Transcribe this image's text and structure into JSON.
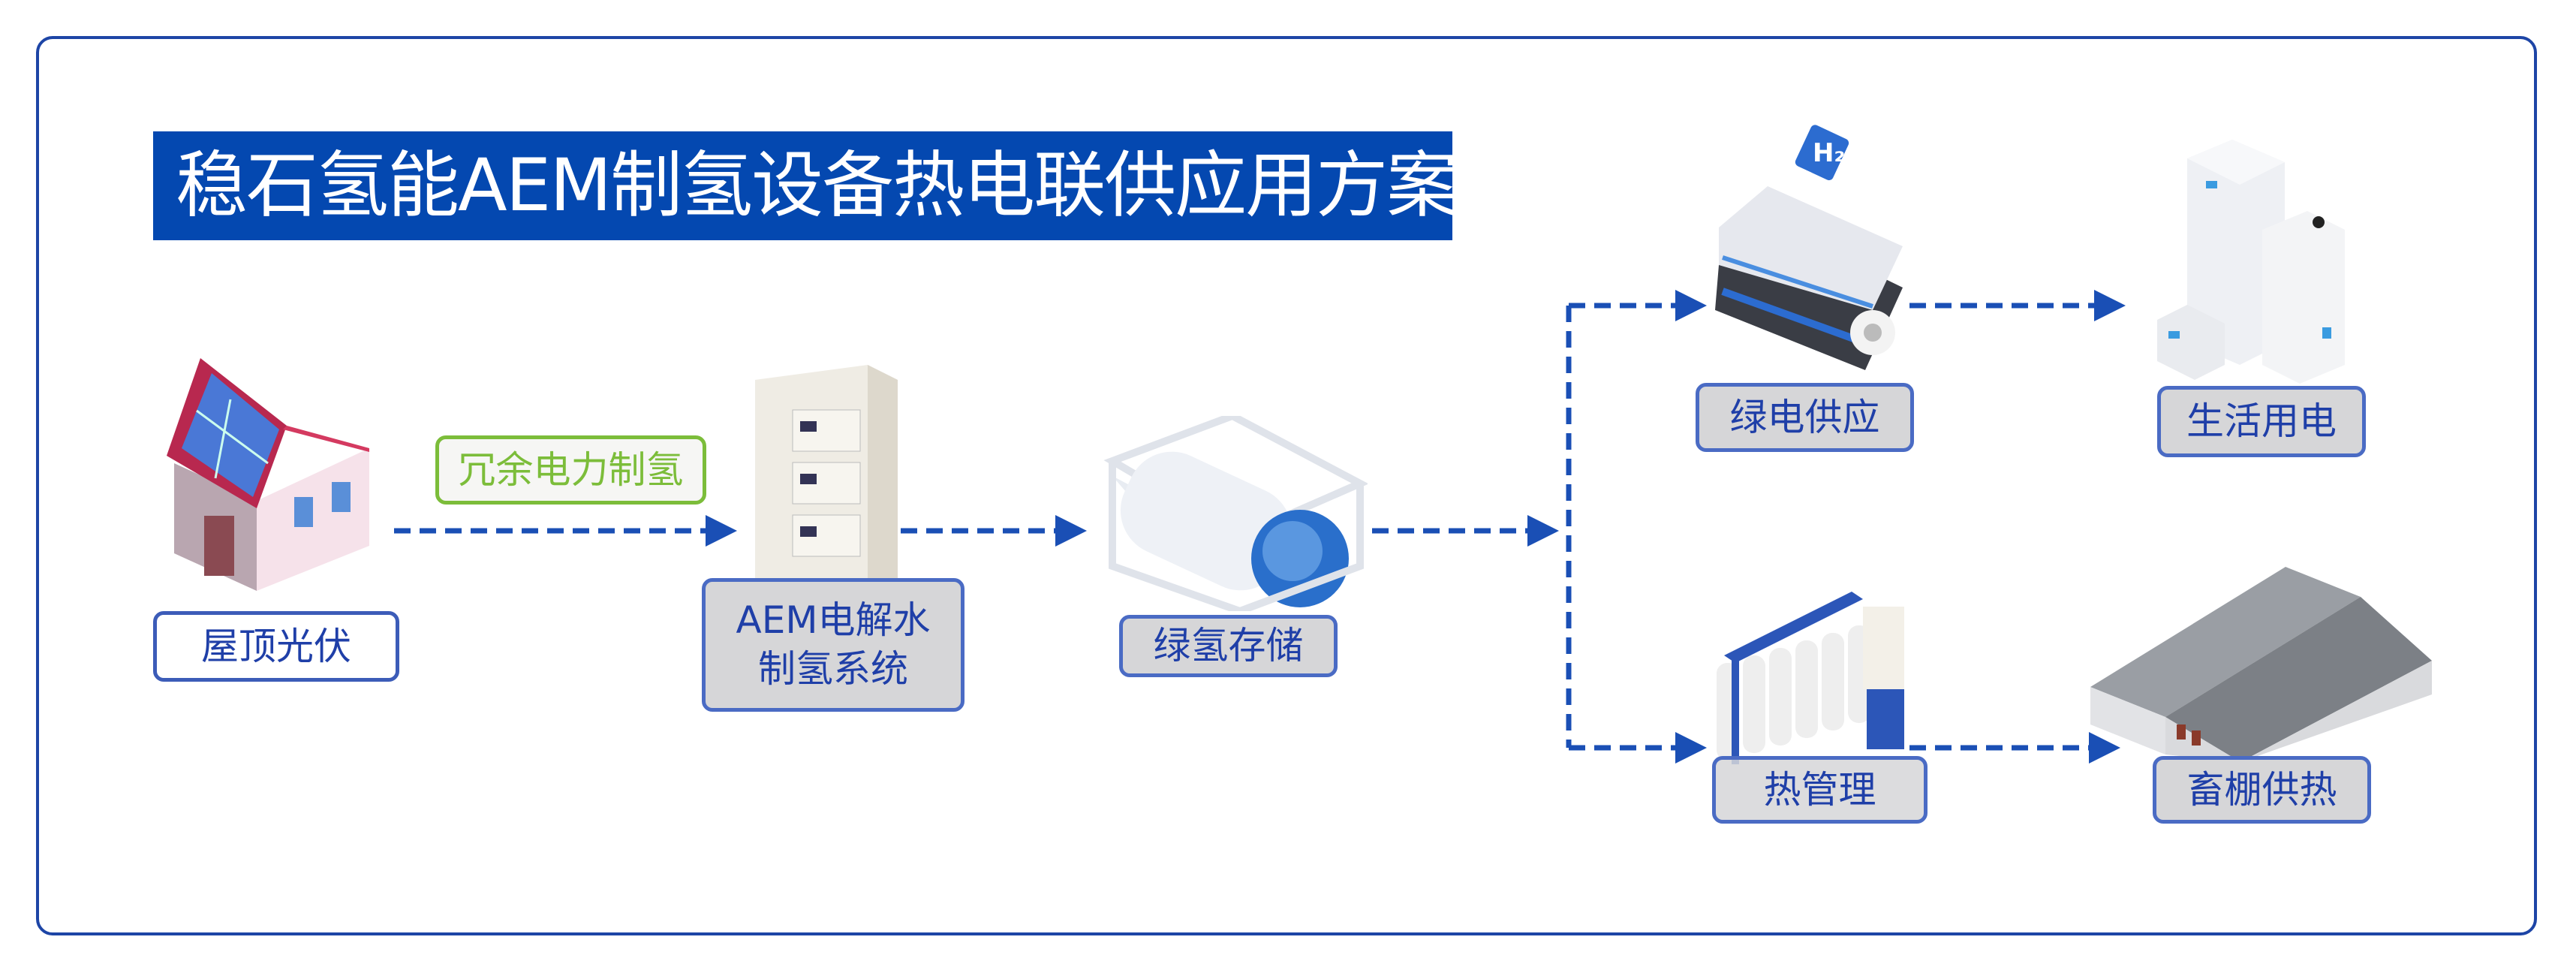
{
  "title": "稳石氢能AEM制氢设备热电联供应用方案",
  "nodes": {
    "rooftop_pv": "屋顶光伏",
    "surplus_power": "冗余电力制氢",
    "electrolyzer": [
      "AEM电解水",
      "制氢系统"
    ],
    "h2_storage": "绿氢存储",
    "green_power": "绿电供应",
    "domestic_power": "生活用电",
    "thermal_mgmt": "热管理",
    "barn_heating": "畜棚供热"
  },
  "colors": {
    "primary": "#0448b0",
    "arrow": "#1a4fb5",
    "green": "#7cbd3a",
    "label_bg": "#d6d6d8"
  }
}
